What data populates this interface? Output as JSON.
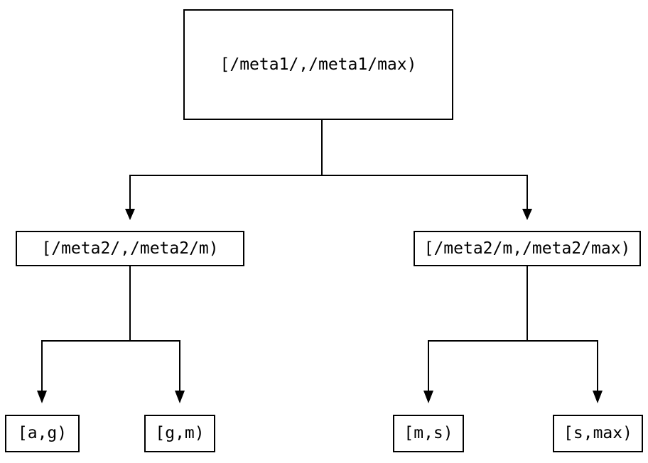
{
  "diagram": {
    "type": "interval-partition-tree",
    "root": {
      "label": "[/meta1/,/meta1/max)"
    },
    "level2": [
      {
        "label": "[/meta2/,/meta2/m)"
      },
      {
        "label": "[/meta2/m,/meta2/max)"
      }
    ],
    "leaves": [
      {
        "label": "[a,g)"
      },
      {
        "label": "[g,m)"
      },
      {
        "label": "[m,s)"
      },
      {
        "label": "[s,max)"
      }
    ],
    "edges": [
      {
        "from": "[/meta1/,/meta1/max)",
        "to": "[/meta2/,/meta2/m)"
      },
      {
        "from": "[/meta1/,/meta1/max)",
        "to": "[/meta2/m,/meta2/max)"
      },
      {
        "from": "[/meta2/,/meta2/m)",
        "to": "[a,g)"
      },
      {
        "from": "[/meta2/,/meta2/m)",
        "to": "[g,m)"
      },
      {
        "from": "[/meta2/m,/meta2/max)",
        "to": "[m,s)"
      },
      {
        "from": "[/meta2/m,/meta2/max)",
        "to": "[s,max)"
      }
    ],
    "colors": {
      "background": "#ffffff",
      "line": "#000000",
      "box_border": "#000000",
      "text": "#000000"
    }
  }
}
